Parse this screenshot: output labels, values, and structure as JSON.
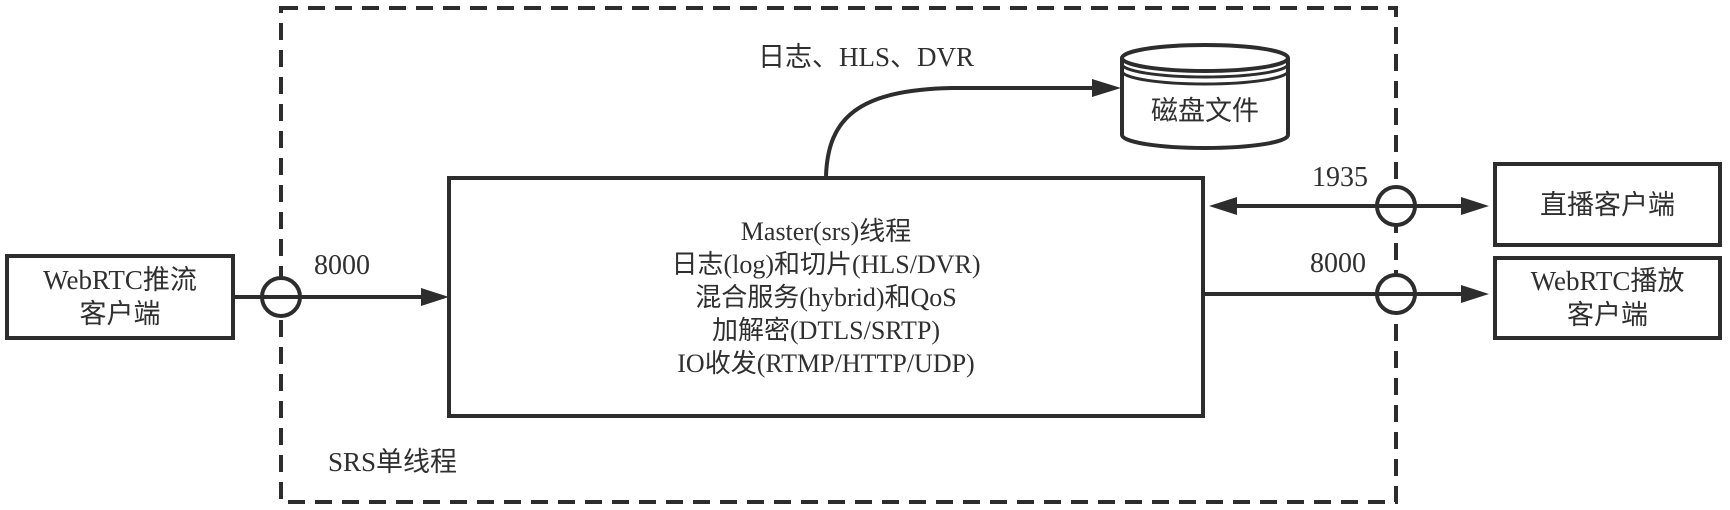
{
  "colors": {
    "line": "#2d2d2d",
    "text": "#2f2f2f",
    "background": "#ffffff"
  },
  "boundary": {
    "label": "SRS单线程"
  },
  "nodes": {
    "webrtc_publisher": {
      "line1": "WebRTC推流",
      "line2": "客户端"
    },
    "master": {
      "lines": [
        "Master(srs)线程",
        "日志(log)和切片(HLS/DVR)",
        "混合服务(hybrid)和QoS",
        "加解密(DTLS/SRTP)",
        "IO收发(RTMP/HTTP/UDP)"
      ]
    },
    "disk": {
      "label": "磁盘文件"
    },
    "live_client": {
      "label": "直播客户端"
    },
    "webrtc_player": {
      "line1": "WebRTC播放",
      "line2": "客户端"
    }
  },
  "edges": {
    "publish": {
      "label": "8000"
    },
    "disk_write": {
      "label": "日志、HLS、DVR"
    },
    "live_play": {
      "label": "1935"
    },
    "webrtc_play": {
      "label": "8000"
    }
  }
}
